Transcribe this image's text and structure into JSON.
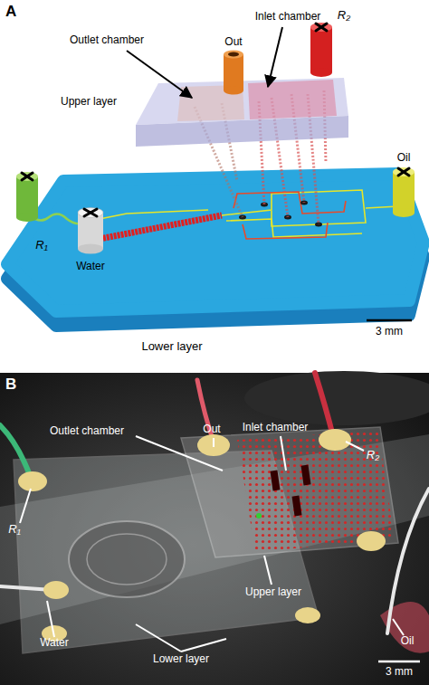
{
  "diagram": {
    "labels": [
      "A",
      "Outlet chamber",
      "Inlet chamber",
      "Out",
      "R₂",
      "Upper layer",
      "R₁",
      "Water",
      "Oil",
      "3 mm",
      "Lower layer",
      "B",
      "Outlet chamber",
      "Out",
      "Inlet chamber",
      "R₂",
      "R₁",
      "Upper layer",
      "Water",
      "Oil",
      "Lower layer",
      "3 mm"
    ]
  }
}
